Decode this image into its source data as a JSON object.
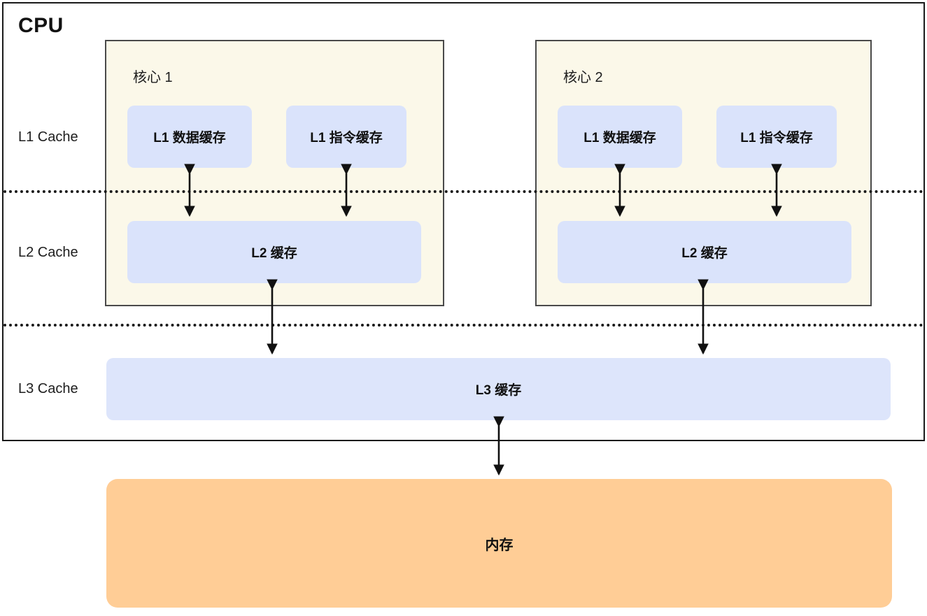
{
  "diagram": {
    "title": "CPU",
    "tiers": [
      {
        "label": "L1 Cache"
      },
      {
        "label": "L2 Cache"
      },
      {
        "label": "L3 Cache"
      }
    ],
    "cores": [
      {
        "label": "核心 1",
        "l1_data": "L1 数据缓存",
        "l1_instruction": "L1 指令缓存",
        "l2": "L2 缓存"
      },
      {
        "label": "核心 2",
        "l1_data": "L1 数据缓存",
        "l1_instruction": "L1 指令缓存",
        "l2": "L2 缓存"
      }
    ],
    "l3": {
      "label": "L3 缓存"
    },
    "memory": {
      "label": "内存"
    },
    "colors": {
      "cpu_border": "#1a1a1a",
      "core_fill": "#fbf8e9",
      "core_border": "#4a4a4a",
      "cache_fill": "#dae3fb",
      "l3_fill": "#dde5fb",
      "memory_fill": "#ffcd96",
      "arrow": "#111111",
      "separator": "#1a1a1a"
    }
  }
}
